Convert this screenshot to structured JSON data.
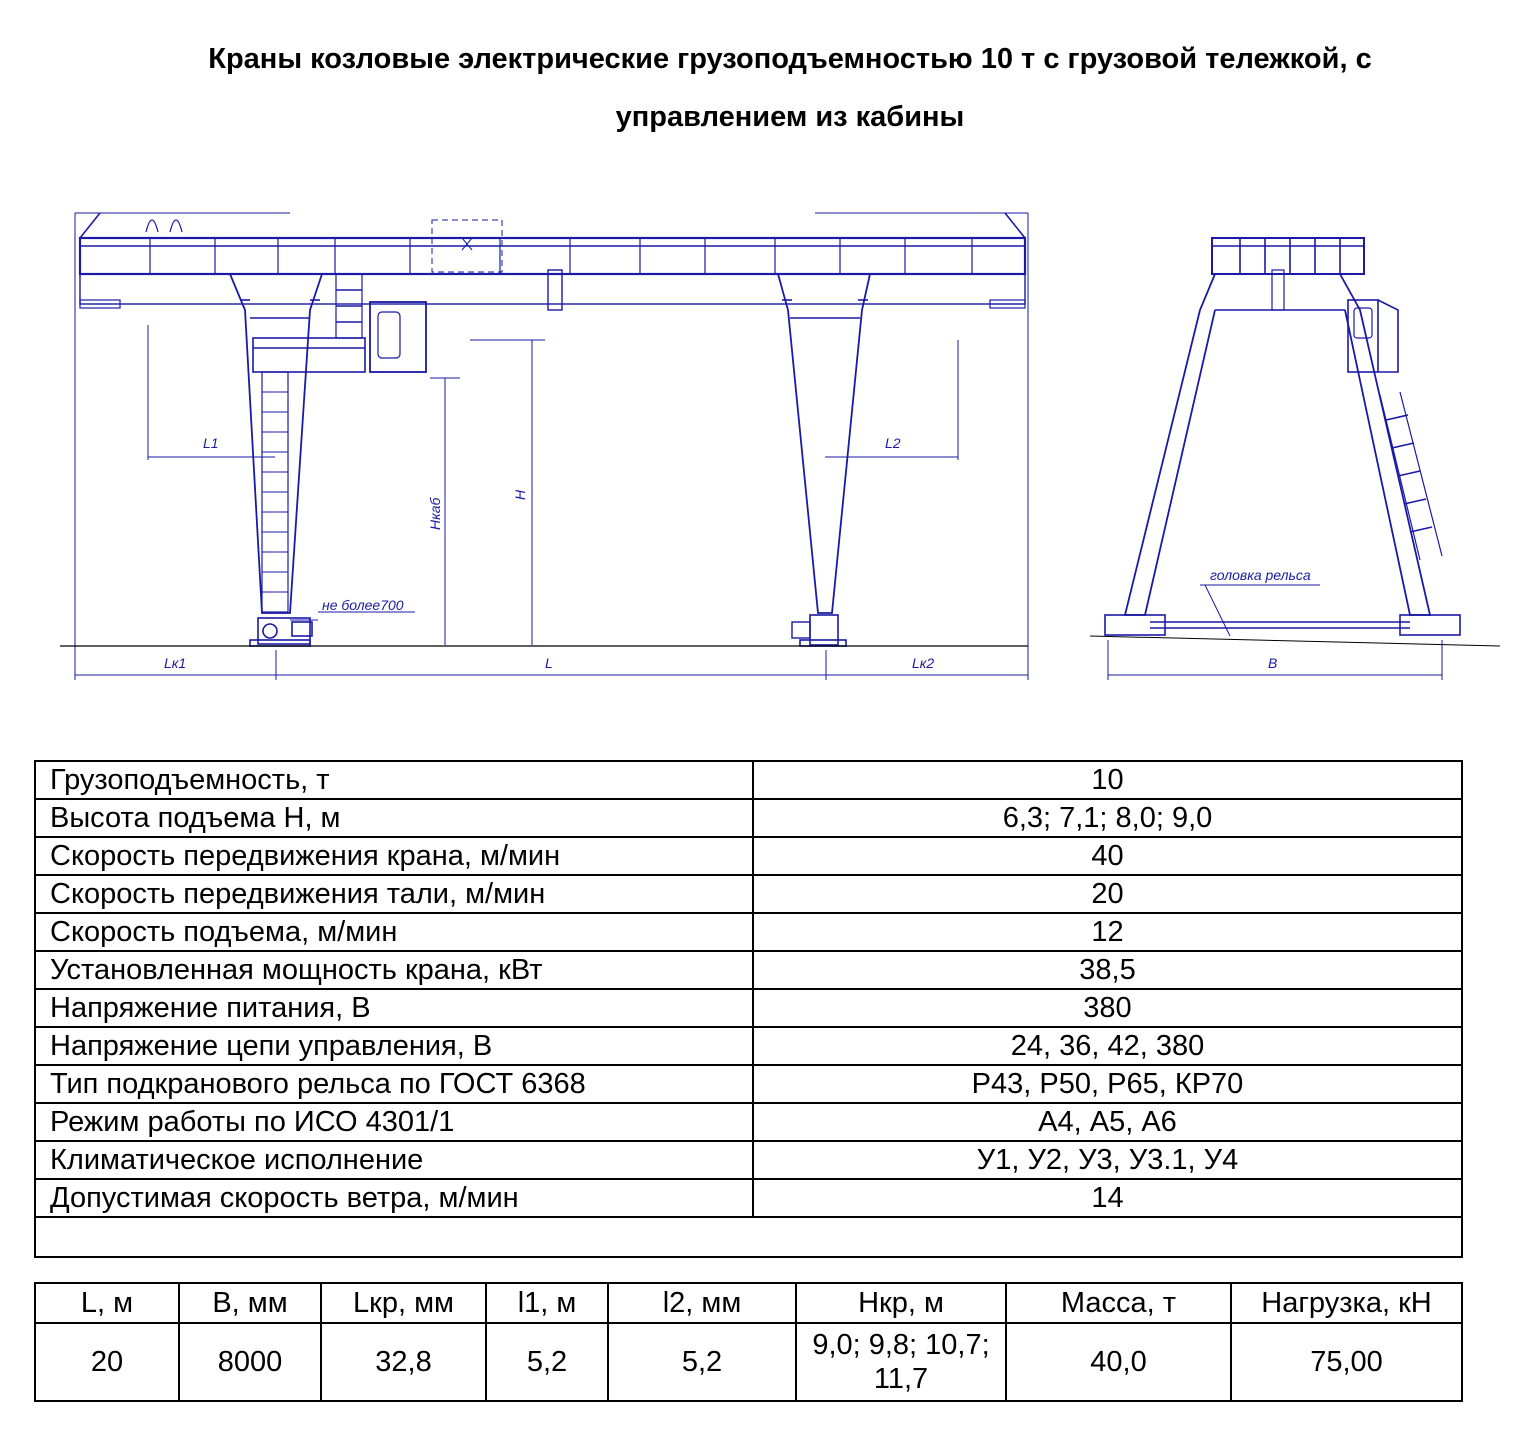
{
  "title": {
    "line1": "Краны козловые электрические грузоподъемностью  10 т с грузовой тележкой, с",
    "line2": "управлением из кабины"
  },
  "drawing": {
    "labels": {
      "l1": "L1",
      "l2": "L2",
      "h_cab": "Нкаб",
      "h": "Н",
      "max700": "не более700",
      "lk1": "Lк1",
      "l": "L",
      "lk2": "Lк2",
      "rail_head": "головка рельса",
      "b": "В"
    }
  },
  "specs": [
    {
      "param": "Грузоподъемность, т",
      "value": "10"
    },
    {
      "param": "Высота подъема Н, м",
      "value": "6,3; 7,1; 8,0; 9,0"
    },
    {
      "param": "Скорость передвижения крана, м/мин",
      "value": "40"
    },
    {
      "param": "Скорость передвижения тали, м/мин",
      "value": "20"
    },
    {
      "param": "Скорость подъема, м/мин",
      "value": "12"
    },
    {
      "param": "Установленная мощность крана, кВт",
      "value": "38,5"
    },
    {
      "param": "Напряжение питания, В",
      "value": "380"
    },
    {
      "param": "Напряжение цепи управления, В",
      "value": "24, 36, 42, 380"
    },
    {
      "param": "Тип подкранового рельса по ГОСТ 6368",
      "value": "Р43, Р50, Р65, КР70"
    },
    {
      "param": "Режим работы по ИСО 4301/1",
      "value": "А4, А5, А6"
    },
    {
      "param": "Климатическое исполнение",
      "value": "У1, У2, У3, У3.1, У4"
    },
    {
      "param": "Допустимая скорость ветра, м/мин",
      "value": "14"
    }
  ],
  "dims": {
    "headers": [
      "L, м",
      "B, мм",
      "Lкр, мм",
      "l1, м",
      "l2, мм",
      "Нкр, м",
      "Масса, т",
      "Нагрузка, кН"
    ],
    "row": [
      "20",
      "8000",
      "32,8",
      "5,2",
      "5,2",
      "9,0; 9,8; 10,7; 11,7",
      "40,0",
      "75,00"
    ]
  },
  "colors": {
    "drawing_line": "#1a1aa6",
    "text": "#000000"
  }
}
